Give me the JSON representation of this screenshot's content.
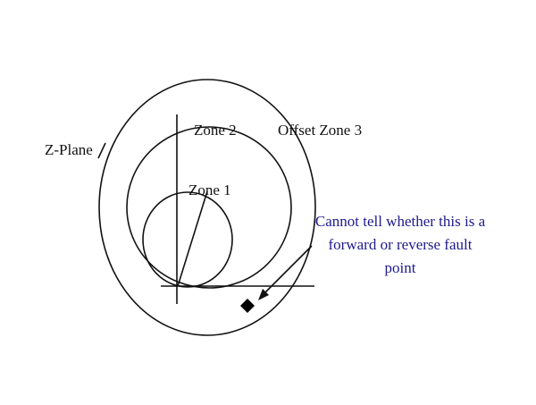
{
  "labels": {
    "z_plane": "Z-Plane",
    "zone1": "Zone 1",
    "zone2": "Zone 2",
    "offset_zone3": "Offset Zone 3"
  },
  "annotation": {
    "lines": [
      "Cannot tell whether this is a",
      "forward or reverse fault",
      "point"
    ]
  },
  "colors": {
    "line": "#111111",
    "annotation_text": "#1f1a8c",
    "marker": "#000000"
  },
  "icons": {
    "fault_point": "diamond-marker"
  }
}
